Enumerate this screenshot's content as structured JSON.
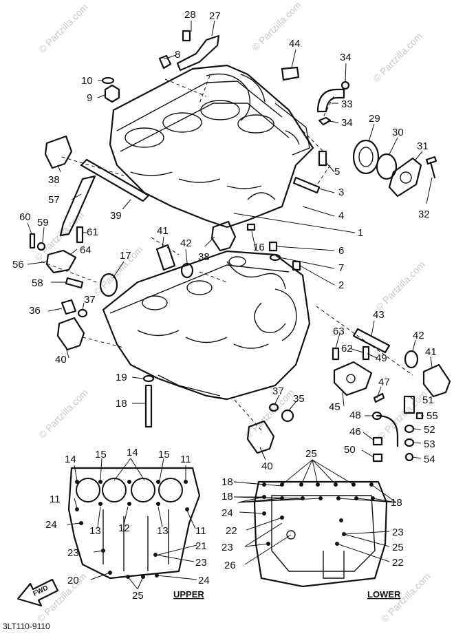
{
  "watermark": "© Partzilla.com",
  "labels": {
    "upper": "UPPER",
    "lower": "LOWER",
    "fwd": "FWD",
    "code": "3LT110-9110"
  },
  "callouts": {
    "c28": "28",
    "c27": "27",
    "c44": "44",
    "c34a": "34",
    "c8": "8",
    "c10": "10",
    "c9": "9",
    "c33": "33",
    "c34b": "34",
    "c29": "29",
    "c30": "30",
    "c31": "31",
    "c38a": "38",
    "c5": "5",
    "c3": "3",
    "c57": "57",
    "c39": "39",
    "c4": "4",
    "c32": "32",
    "c60": "60",
    "c59": "59",
    "c61": "61",
    "c41a": "41",
    "c42a": "42",
    "c1": "1",
    "c64": "64",
    "c38b": "38",
    "c16": "16",
    "c6": "6",
    "c56": "56",
    "c17": "17",
    "c7": "7",
    "c58": "58",
    "c2": "2",
    "c37a": "37",
    "c36": "36",
    "c43": "43",
    "c63": "63",
    "c62": "62",
    "c42b": "42",
    "c41b": "41",
    "c49": "49",
    "c40a": "40",
    "c19": "19",
    "c47": "47",
    "c18a": "18",
    "c37b": "37",
    "c35": "35",
    "c45": "45",
    "c51": "51",
    "c48": "48",
    "c55": "55",
    "c46": "46",
    "c52": "52",
    "c40b": "40",
    "c53": "53",
    "c50": "50",
    "c54": "54",
    "c25a": "25",
    "c14a": "14",
    "c15a": "15",
    "c14b": "14",
    "c15b": "15",
    "c11a": "11",
    "c18b": "18",
    "c11b": "11",
    "c18c": "18",
    "c18d": "18",
    "c24a": "24",
    "c13a": "13",
    "c12": "12",
    "c13b": "13",
    "c11c": "11",
    "c24b": "24",
    "c22a": "22",
    "c23a": "23",
    "c23b": "23",
    "c21": "21",
    "c25b": "25",
    "c23c": "23",
    "c26": "26",
    "c22b": "22",
    "c20": "20",
    "c24c": "24",
    "c25c": "25"
  }
}
